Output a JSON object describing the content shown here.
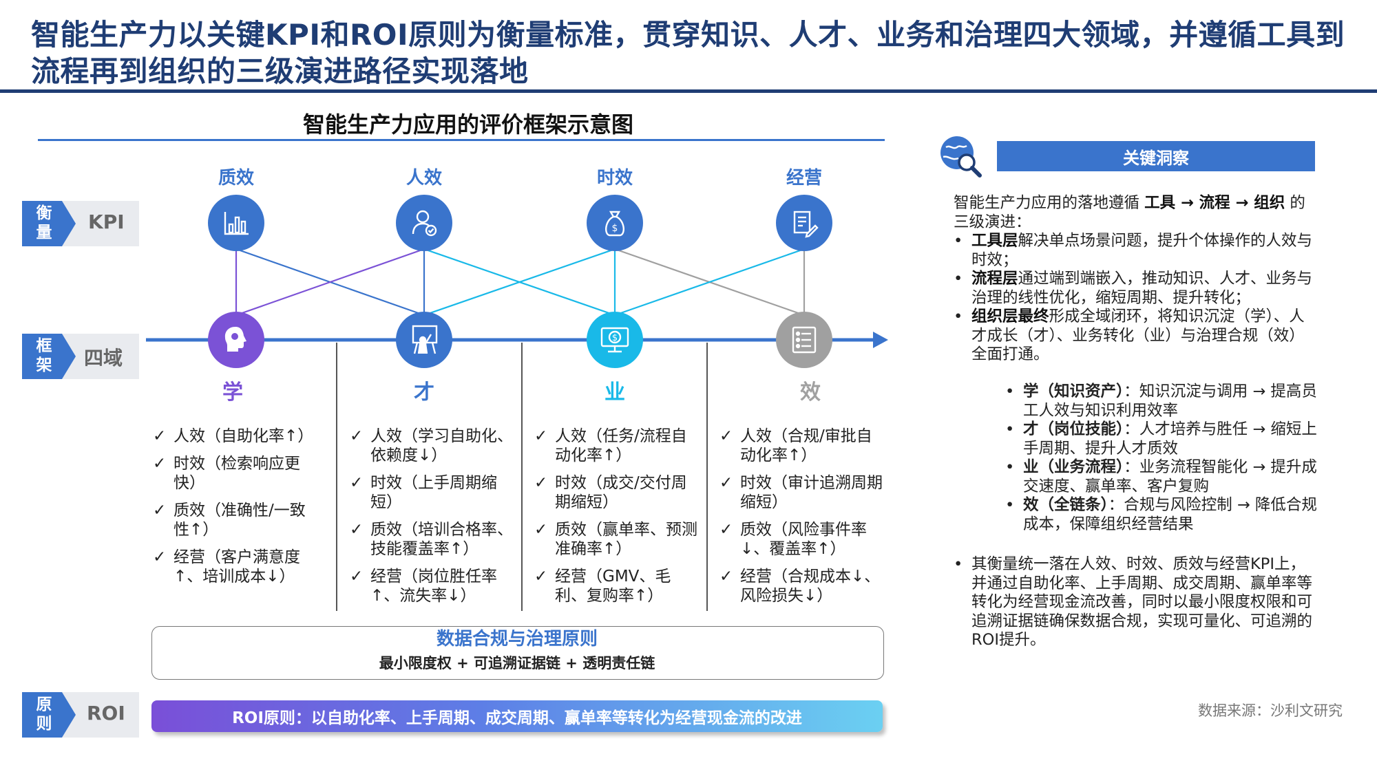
{
  "headline": "智能生产力以关键KPI和ROI原则为衡量标准，贯穿知识、人才、业务和治理四大领域，并遵循工具到流程再到组织的三级演进路径实现落地",
  "diagram_title": "智能生产力应用的评价框架示意图",
  "rows": {
    "kpi": {
      "chars": [
        "衡",
        "量"
      ],
      "word": "KPI"
    },
    "framework": {
      "chars": [
        "框",
        "架"
      ],
      "word": "四域"
    },
    "roi": {
      "chars": [
        "原",
        "则"
      ],
      "word": "ROI"
    }
  },
  "kpis": [
    {
      "label": "质效",
      "icon": "bar-chart-icon"
    },
    {
      "label": "人效",
      "icon": "user-check-icon"
    },
    {
      "label": "时效",
      "icon": "money-bag-icon"
    },
    {
      "label": "经营",
      "icon": "document-edit-icon"
    }
  ],
  "domains": [
    {
      "char": "学",
      "icon": "head-brain-icon",
      "color": "#7b52d6"
    },
    {
      "char": "才",
      "icon": "presenter-icon",
      "color": "#3a74cc"
    },
    {
      "char": "业",
      "icon": "monitor-money-icon",
      "color": "#19b9e8"
    },
    {
      "char": "效",
      "icon": "checklist-icon",
      "color": "#a0a0a0"
    }
  ],
  "columns": [
    {
      "items": [
        "人效（自助化率↑）",
        "时效（检索响应更快）",
        "质效（准确性/一致性↑）",
        "经营（客户满意度↑、培训成本↓）"
      ]
    },
    {
      "items": [
        "人效（学习自助化、依赖度↓）",
        "时效（上手周期缩短）",
        "质效（培训合格率、技能覆盖率↑）",
        "经营（岗位胜任率↑、流失率↓）"
      ]
    },
    {
      "items": [
        "人效（任务/流程自动化率↑）",
        "时效（成交/交付周期缩短）",
        "质效（赢单率、预测准确率↑）",
        "经营（GMV、毛利、复购率↑）"
      ]
    },
    {
      "items": [
        "人效（合规/审批自动化率↑）",
        "时效（审计追溯周期缩短）",
        "质效（风险事件率↓、覆盖率↑）",
        "经营（合规成本↓、风险损失↓）"
      ]
    }
  ],
  "principle": {
    "title": "数据合规与治理原则",
    "subtitle": "最小限度权 + 可追溯证据链 + 透明责任链"
  },
  "roi_bar": "ROI原则：以自助化率、上手周期、成交周期、赢单率等转化为经营现金流的改进",
  "insight": {
    "header": "关键洞察",
    "intro_a": "智能生产力应用的落地遵循 ",
    "intro_bold": "工具 → 流程 → 组织",
    "intro_b": " 的三级演进：",
    "bullets": [
      {
        "bold": "工具层",
        "text": "解决单点场景问题，提升个体操作的人效与时效；"
      },
      {
        "bold": "流程层",
        "text": "通过端到端嵌入，推动知识、人才、业务与治理的线性优化，缩短周期、提升转化；"
      },
      {
        "bold": "组织层最终",
        "text": "形成全域闭环，将知识沉淀（学）、人才成长（才）、业务转化（业）与治理合规（效）全面打通。"
      }
    ],
    "sub_bullets": [
      {
        "bold": "学（知识资产）",
        "text": "：知识沉淀与调用 → 提高员工人效与知识利用效率"
      },
      {
        "bold": "才（岗位技能）",
        "text": "：人才培养与胜任 → 缩短上手周期、提升人才质效"
      },
      {
        "bold": "业（业务流程）",
        "text": "：业务流程智能化 → 提升成交速度、赢单率、客户复购"
      },
      {
        "bold": "效（全链条）",
        "text": "：合规与风险控制 → 降低合规成本，保障组织经营结果"
      }
    ],
    "tail": "其衡量统一落在人效、时效、质效与经营KPI上，并通过自助化率、上手周期、成交周期、赢单率等转化为经营现金流改善，同时以最小限度权限和可追溯证据链确保数据合规，实现可量化、可追溯的ROI提升。"
  },
  "source": "数据来源：沙利文研究",
  "colors": {
    "navy": "#1f3d74",
    "blue": "#3a74cc",
    "purple": "#7b52d6",
    "cyan": "#19b9e8",
    "grey": "#a0a0a0"
  }
}
